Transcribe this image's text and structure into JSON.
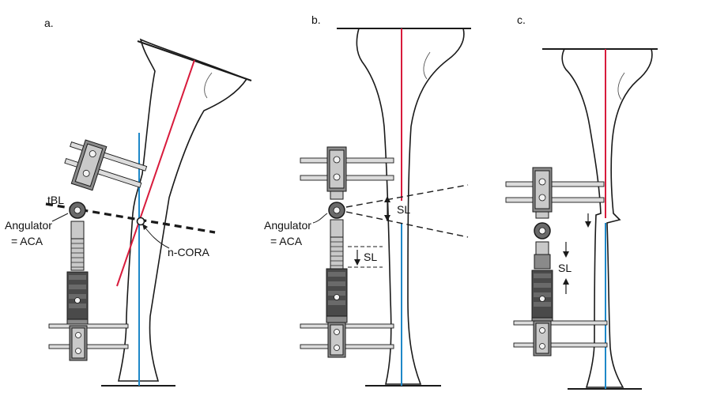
{
  "panels": [
    {
      "letter": "a."
    },
    {
      "letter": "b."
    },
    {
      "letter": "c."
    }
  ],
  "labels": {
    "a_tbl": "tBL",
    "a_angulator_line1": "Angulator",
    "a_angulator_line2": "= ACA",
    "a_ncora": "n-CORA",
    "b_sl_upper": "SL",
    "b_sl_lower": "SL",
    "b_angulator_line1": "Angulator",
    "b_angulator_line2": "= ACA",
    "c_sl": "SL"
  },
  "colors": {
    "mechanical_axis_proximal": "#d81b3c",
    "mechanical_axis_distal": "#1e88c8",
    "outline": "#1a1a1a"
  }
}
